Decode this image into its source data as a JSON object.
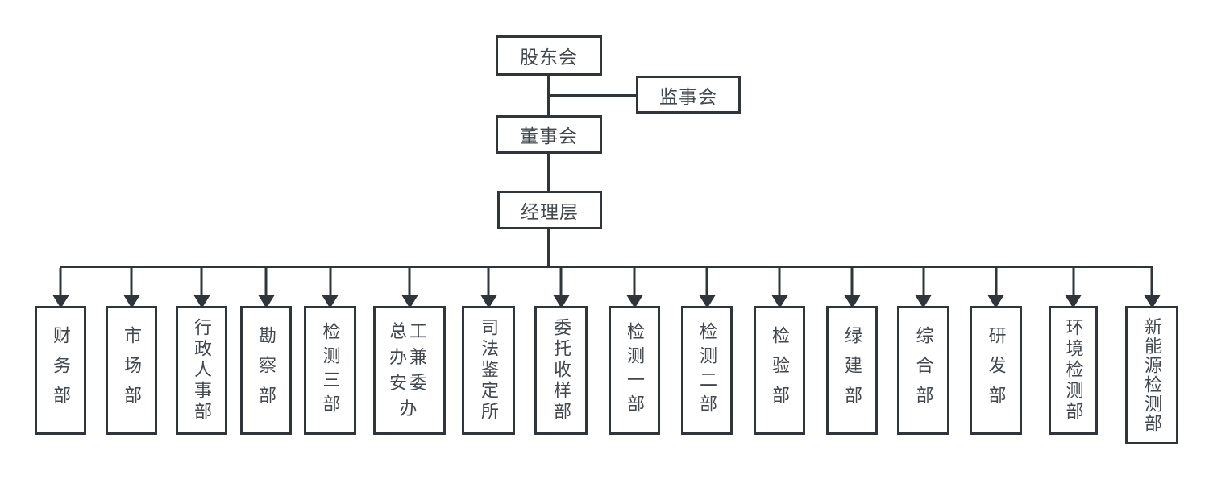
{
  "colors": {
    "line": "#2f353b",
    "text": "#43484e",
    "background": "#ffffff"
  },
  "org_chart": {
    "type": "organization-chart",
    "root": {
      "label": "股东会"
    },
    "supervisory": {
      "label": "监事会"
    },
    "board": {
      "label": "董事会"
    },
    "management": {
      "label": "经理层"
    },
    "departments": [
      {
        "label": "财务部"
      },
      {
        "label": "市场部"
      },
      {
        "label": "行政人事部"
      },
      {
        "label": "勘察部"
      },
      {
        "label": "检测三部"
      },
      {
        "label": "总工办兼安委办"
      },
      {
        "label": "司法鉴定所"
      },
      {
        "label": "委托收样部"
      },
      {
        "label": "检测一部"
      },
      {
        "label": "检测二部"
      },
      {
        "label": "检验部"
      },
      {
        "label": "绿建部"
      },
      {
        "label": "综合部"
      },
      {
        "label": "研发部"
      },
      {
        "label": "环境检测部"
      },
      {
        "label": "新能源检测部"
      }
    ]
  }
}
